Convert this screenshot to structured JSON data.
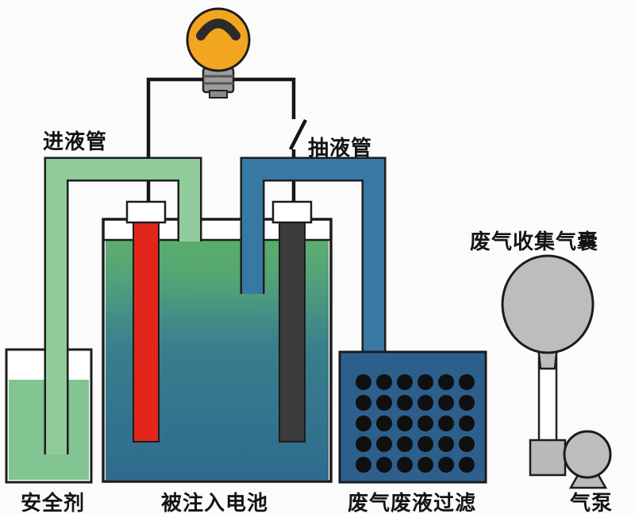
{
  "diagram": {
    "labels": {
      "inlet_pipe": "进液管",
      "suction_pipe": "抽液管",
      "gas_collection_bag": "废气收集气囊",
      "safety_agent": "安全剂",
      "injected_battery": "被注入电池",
      "waste_filter": "废气废液过滤",
      "air_pump": "气泵"
    },
    "colors": {
      "background": "#FBFBFB",
      "bulb_glass": "#F2A51E",
      "bulb_base": "#9C9C9C",
      "wire": "#161616",
      "inlet_pipe_green": "#8FCB9B",
      "safety_liquid_green": "#82C492",
      "suction_pipe_blue": "#3878A4",
      "tank_liquid_top_green": "#5FAE73",
      "tank_liquid_upper_mid": "#4F9F7E",
      "tank_liquid_mid": "#3A7E8C",
      "tank_liquid_bottom_blue": "#2E6B8F",
      "plume_green": "#57AB68",
      "electrode_red": "#E2261B",
      "electrode_black": "#3C3C3C",
      "filter_box_blue": "#2D5F8D",
      "filter_hole_black": "#101010",
      "balloon_gray": "#BDBDBD",
      "pump_gray": "#B9B9B9",
      "pipe_white": "#FFFFFF"
    }
  }
}
